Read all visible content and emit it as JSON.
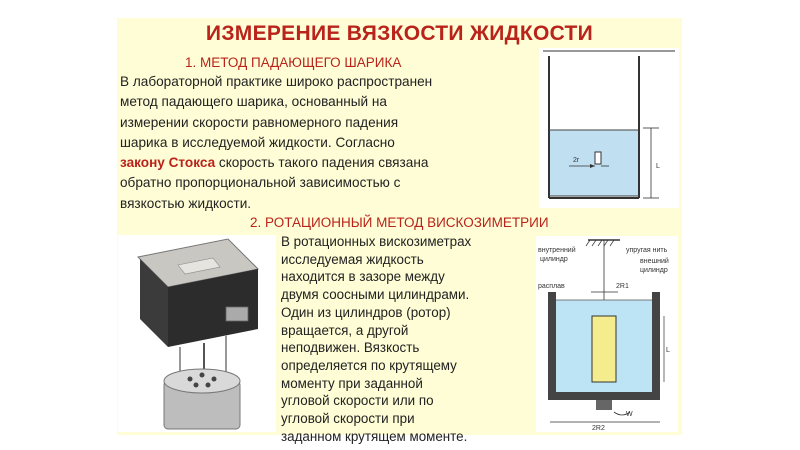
{
  "title": "ИЗМЕРЕНИЕ ВЯЗКОСТИ ЖИДКОСТИ",
  "section1": {
    "heading": "1. МЕТОД ПАДАЮЩЕГО ШАРИКА",
    "lines": [
      "В лабораторной практике широко распространен",
      "метод падающего шарика, основанный на",
      "измерении скорости равномерного падения",
      "шарика в исследуемой жидкости. Согласно"
    ],
    "highlight": "закону Стокса",
    "line5_rest": " скорость такого падения связана",
    "lines_after": [
      "обратно пропорциональной зависимостью с",
      "вязкостью жидкости."
    ]
  },
  "section2": {
    "heading": "2. РОТАЦИОННЫЙ МЕТОД ВИСКОЗИМЕТРИИ",
    "lines": [
      "В ротационных вискозиметрах",
      "исследуемая жидкость",
      "находится в зазоре между",
      "двумя соосными цилиндрами.",
      "Один из  цилиндров (ротор)",
      "вращается, а другой",
      "неподвижен. Вязкость",
      "определяется по крутящему",
      "моменту при заданной",
      "угловой скорости или по",
      "угловой скорости при",
      "заданном крутящем моменте."
    ]
  },
  "figure1": {
    "label_2r": "2r",
    "label_L": "L"
  },
  "figure2": {
    "label_inner1": "внутренний",
    "label_inner2": "цилиндр",
    "label_thread1": "упругая нить",
    "label_outer1": "внешний",
    "label_outer2": "цилиндр",
    "label_melt": "расплав",
    "label_2R1": "2R1",
    "label_L": "L",
    "label_2R2": "2R2",
    "label_w": "W"
  },
  "colors": {
    "title": "#b9231b",
    "background": "#fefdd5",
    "liquid": "#bde4f4"
  }
}
